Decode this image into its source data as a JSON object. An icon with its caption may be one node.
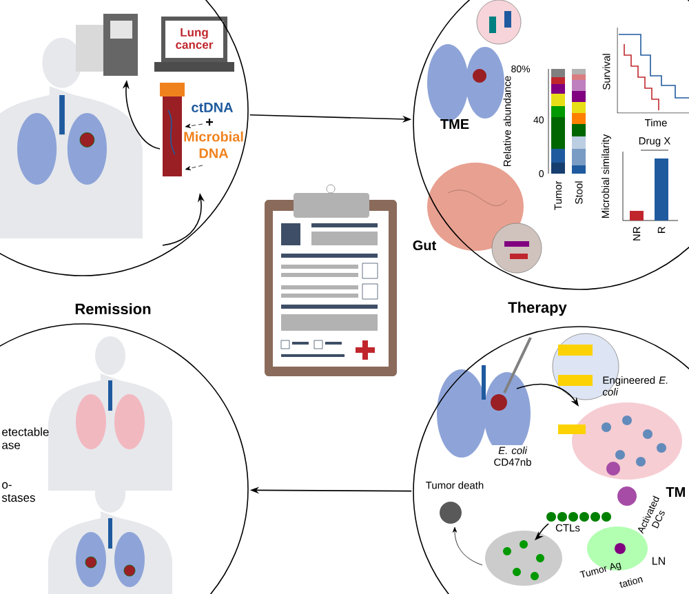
{
  "diagram": {
    "nodes": [
      {
        "text": [],
        "shape": "circle"
      },
      {
        "text": [],
        "shape": "circle"
      },
      {
        "text": [
          "Therapy"
        ]
      },
      {
        "text": [
          "Remission"
        ]
      },
      {
        "text": [],
        "shape": "picture"
      }
    ],
    "edges": [
      {
        "from": 0,
        "to": 1,
        "arrow": "to"
      },
      {
        "from": 2,
        "to": 3,
        "arrow": "to"
      }
    ],
    "labels": [
      "Lung cancer",
      "ctDNA",
      "+",
      "Microbial DNA",
      "TME",
      "Gut",
      "80%",
      "40",
      "0",
      "Relative abundance",
      "Tumor",
      "Stool",
      "Survival",
      "Time",
      "Microbial similarity",
      "Drug X",
      "NR",
      "R",
      "etectable ase",
      "o- stases",
      "Engineered *E. coli*",
      "*E. coli* CD47nb",
      "TM",
      "Tumor death",
      "CTLs",
      "Activated DCs",
      "LN",
      "Tumor Ag",
      "tation"
    ]
  }
}
